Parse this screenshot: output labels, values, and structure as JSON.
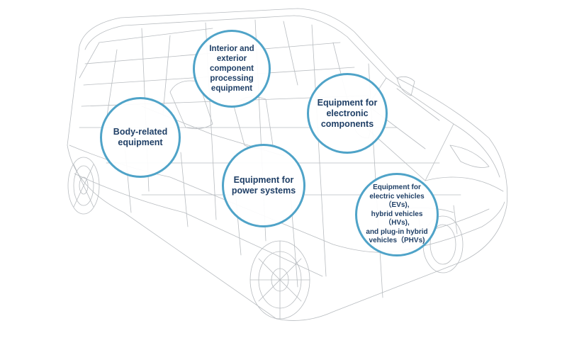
{
  "diagram": {
    "bubbles": [
      {
        "id": "interior-exterior",
        "lines": [
          "Interior and",
          "exterior component",
          "processing",
          "equipment"
        ]
      },
      {
        "id": "electronic",
        "lines": [
          "Equipment for",
          "electronic",
          "components"
        ]
      },
      {
        "id": "body",
        "lines": [
          "Body-related",
          "equipment"
        ]
      },
      {
        "id": "power",
        "lines": [
          "Equipment for",
          "power systems"
        ]
      },
      {
        "id": "ev",
        "lines": [
          "Equipment for",
          "electric vehicles（EVs),",
          "hybrid vehicles（HVs),",
          "and plug-in hybrid",
          "vehicles（PHVs)"
        ]
      }
    ]
  },
  "colors": {
    "bubble_border": "#4fa3c8",
    "bubble_text": "#1f3f66",
    "wireframe": "#b8bcc0"
  },
  "icons": {
    "vehicle": "wireframe-minivan-illustration"
  }
}
